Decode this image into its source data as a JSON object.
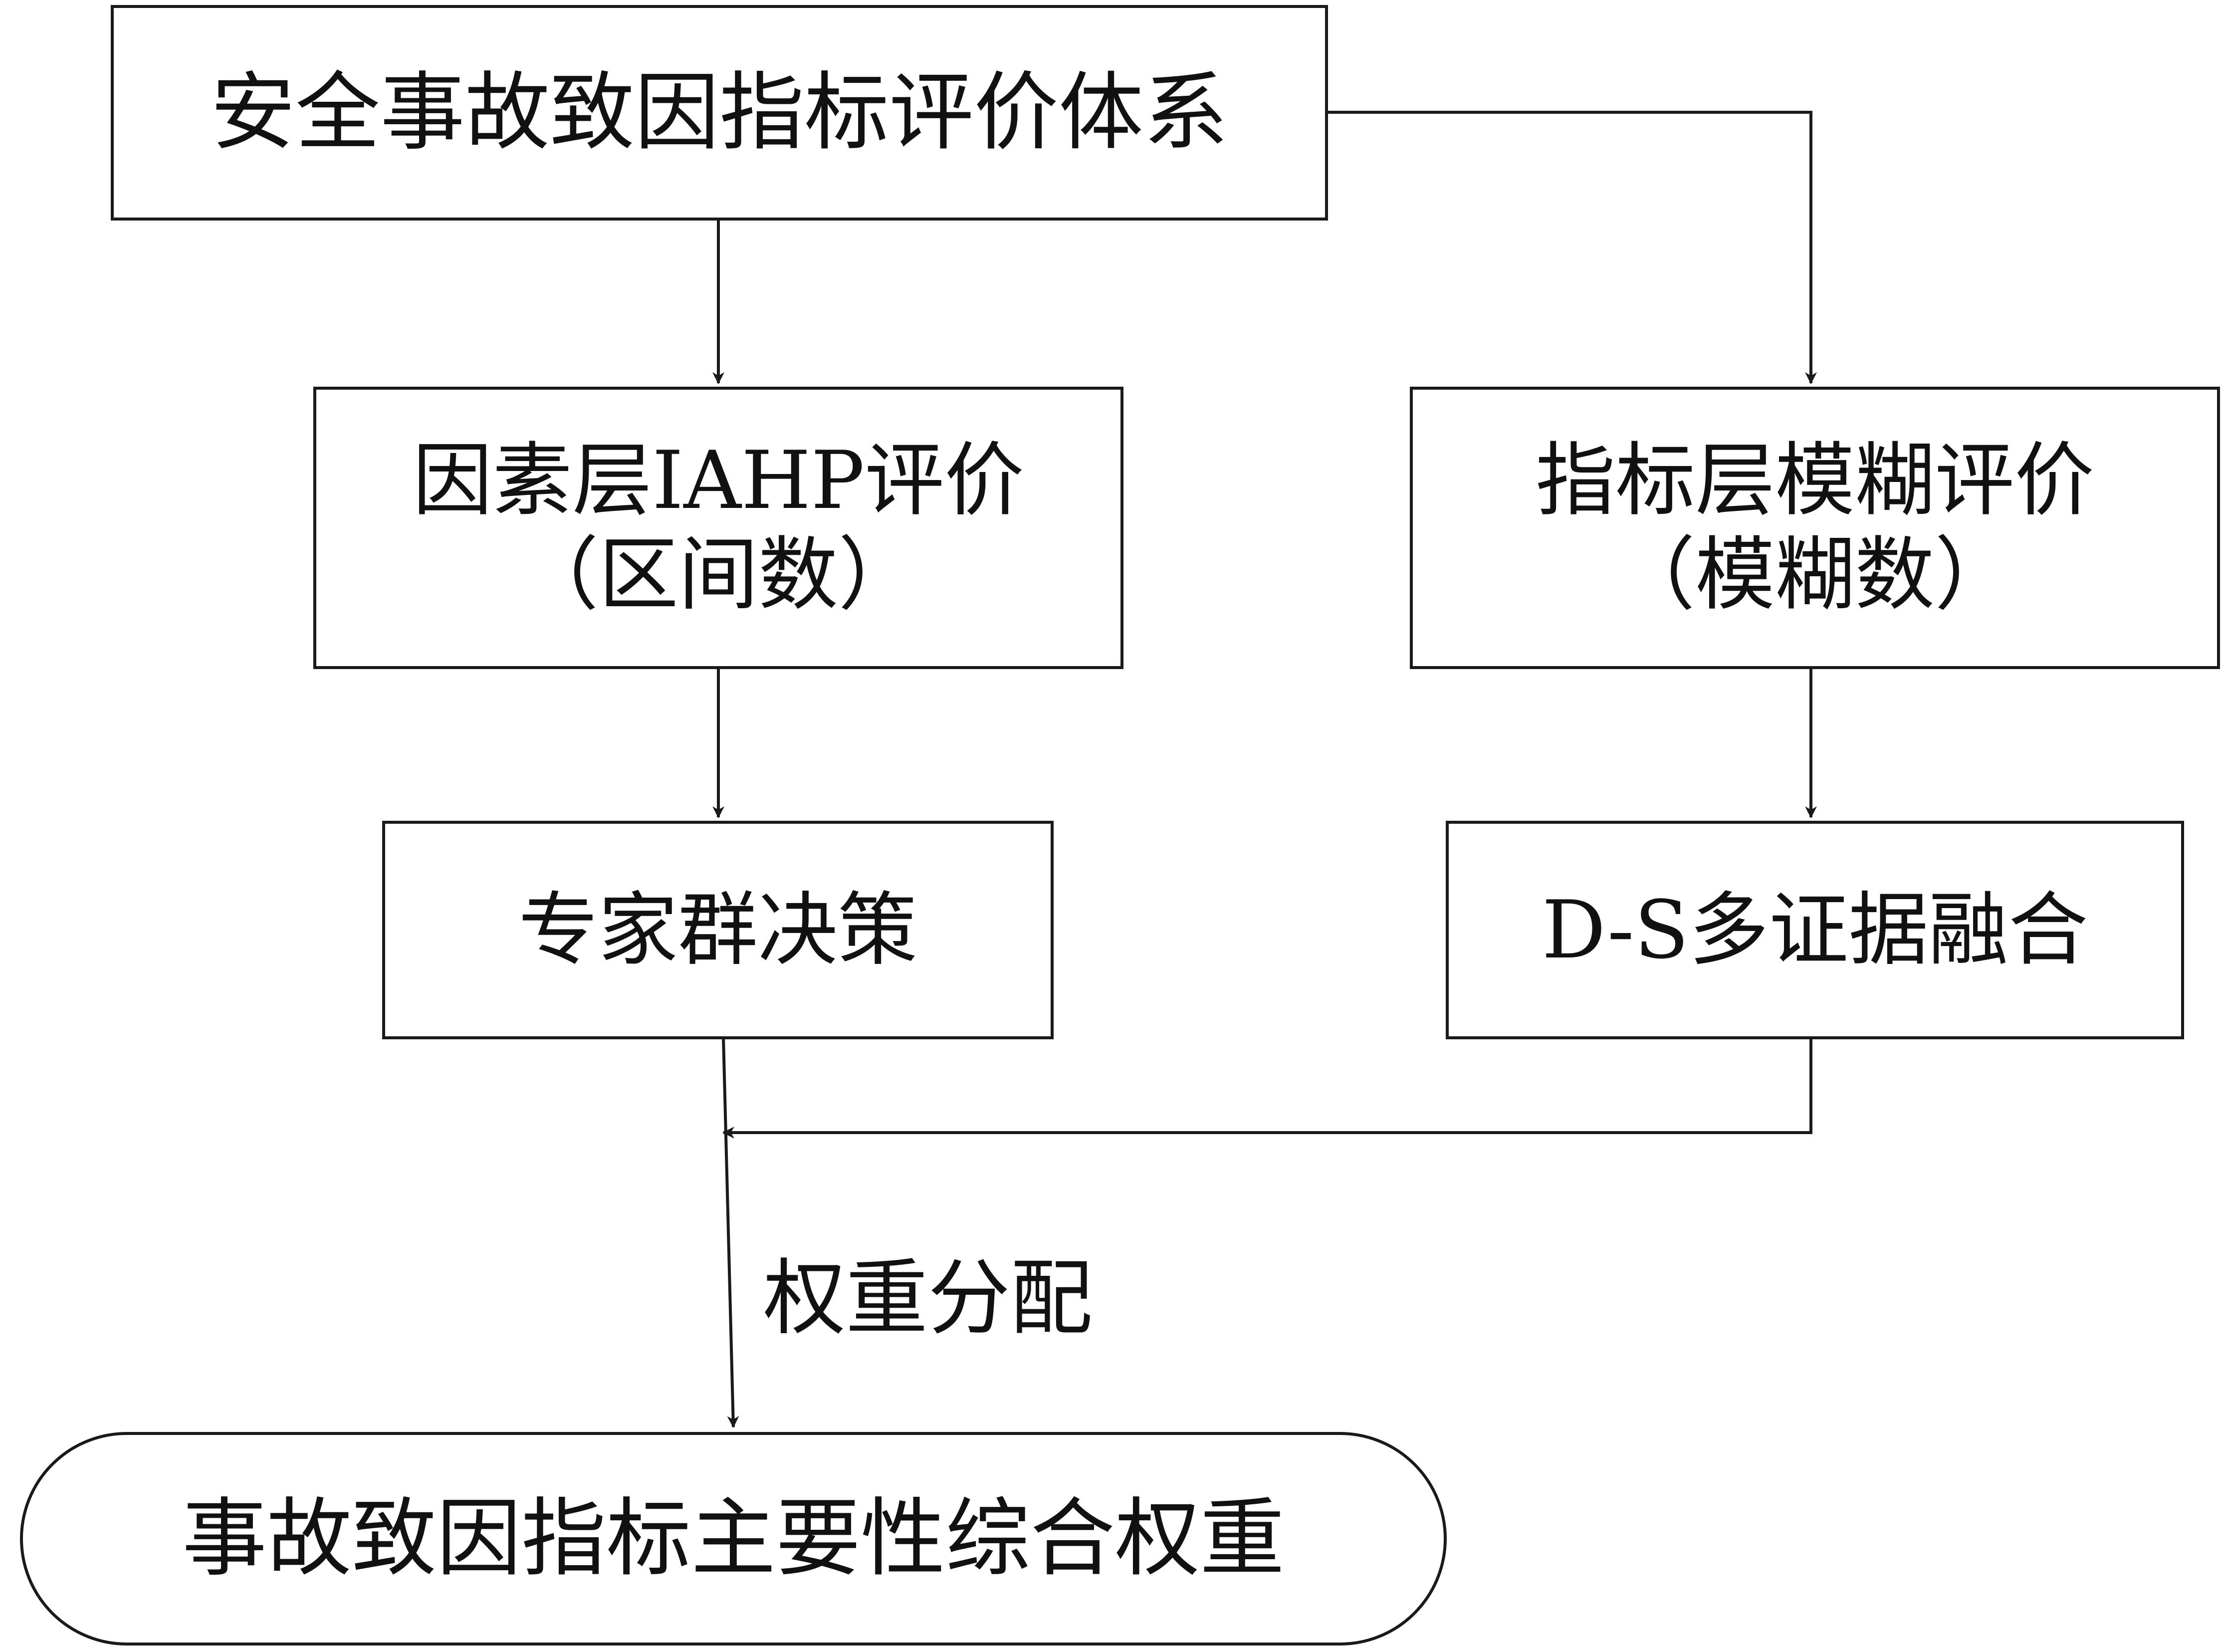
{
  "nodes": {
    "system": {
      "text": "安全事故致因指标评价体系"
    },
    "factor": {
      "line1": "因素层IAHP评价",
      "line2": "（区间数）"
    },
    "index": {
      "line1": "指标层模糊评价",
      "line2": "（模糊数）"
    },
    "expert": {
      "text": "专家群决策"
    },
    "ds": {
      "text": "D-S多证据融合"
    },
    "result": {
      "text": "事故致因指标主要性综合权重"
    }
  },
  "edges": {
    "weight_label": "权重分配"
  },
  "colors": {
    "line": "#1a1a1a",
    "background": "#ffffff"
  }
}
